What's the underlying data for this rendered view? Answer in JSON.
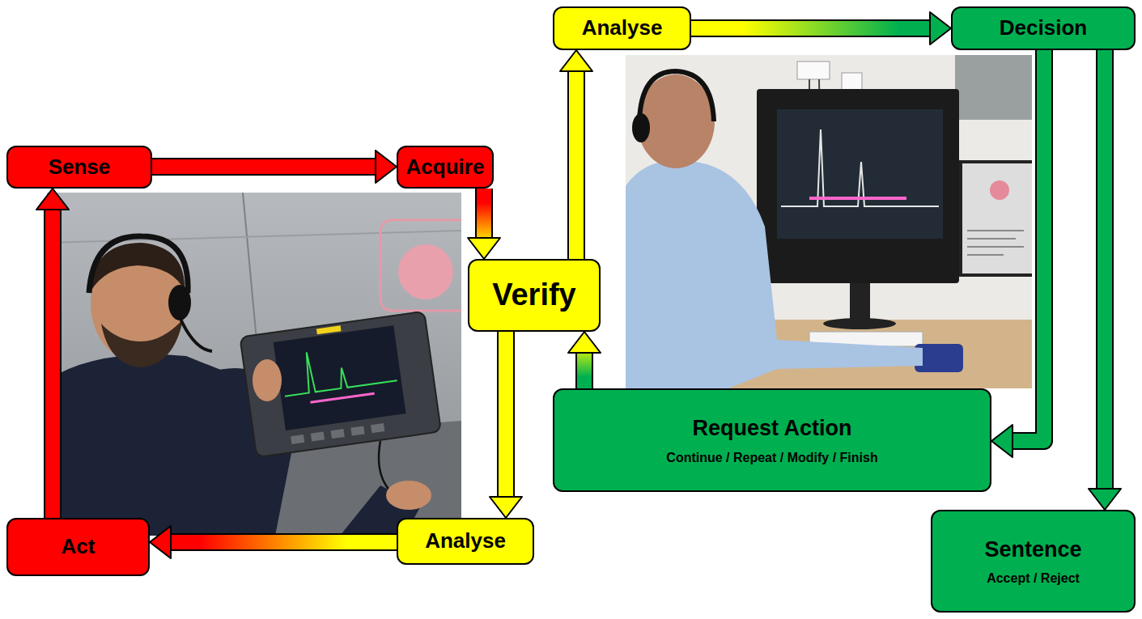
{
  "diagram": {
    "nodes": [
      {
        "text": [
          "Sense"
        ]
      },
      {
        "text": [
          "Acquire"
        ]
      },
      {
        "text": [
          "Verify"
        ]
      },
      {
        "text": [
          "Analyse"
        ]
      },
      {
        "text": [
          "Act"
        ]
      },
      {
        "text": [
          "Analyse"
        ]
      },
      {
        "text": [
          "Decision"
        ]
      },
      {
        "text": [
          "Request Action",
          "Continue / Repeat / Modify / Finish"
        ]
      },
      {
        "text": [
          "Sentence",
          "Accept / Reject"
        ]
      }
    ],
    "edges": [
      {
        "from": 0,
        "to": 1,
        "arrow": "to"
      },
      {
        "from": 1,
        "to": 2,
        "arrow": "to"
      },
      {
        "from": 2,
        "to": 3,
        "arrow": "to"
      },
      {
        "from": 3,
        "to": 4,
        "arrow": "to"
      },
      {
        "from": 4,
        "to": 0,
        "arrow": "to"
      },
      {
        "from": 2,
        "to": 5,
        "arrow": "to"
      },
      {
        "from": 5,
        "to": 6,
        "arrow": "to"
      },
      {
        "from": 6,
        "to": 7,
        "arrow": "to"
      },
      {
        "from": 7,
        "to": 2,
        "arrow": "to"
      },
      {
        "from": 6,
        "to": 8,
        "arrow": "to"
      }
    ]
  }
}
